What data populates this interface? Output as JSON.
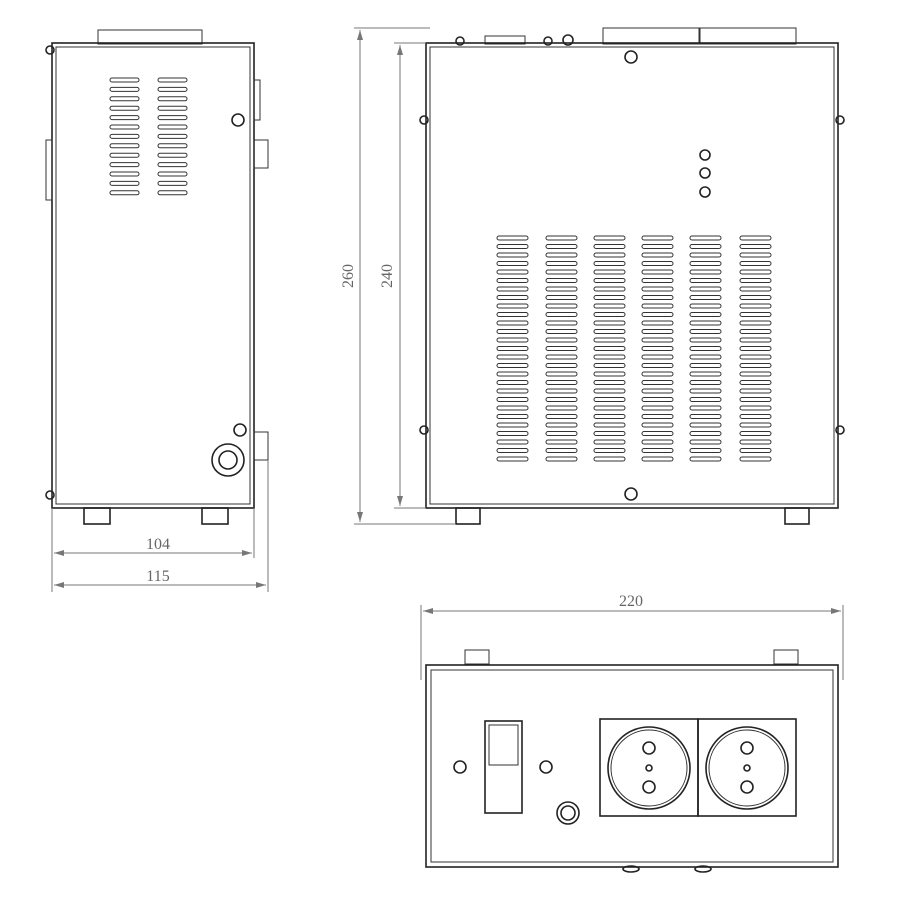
{
  "drawing": {
    "title": "Voltage stabilizer dimension drawing",
    "dimensions": {
      "height_total": "260",
      "height_body": "240",
      "depth_body": "104",
      "depth_total": "115",
      "width_total": "220"
    },
    "colors": {
      "line": "#222222",
      "dimension": "#777777"
    }
  }
}
